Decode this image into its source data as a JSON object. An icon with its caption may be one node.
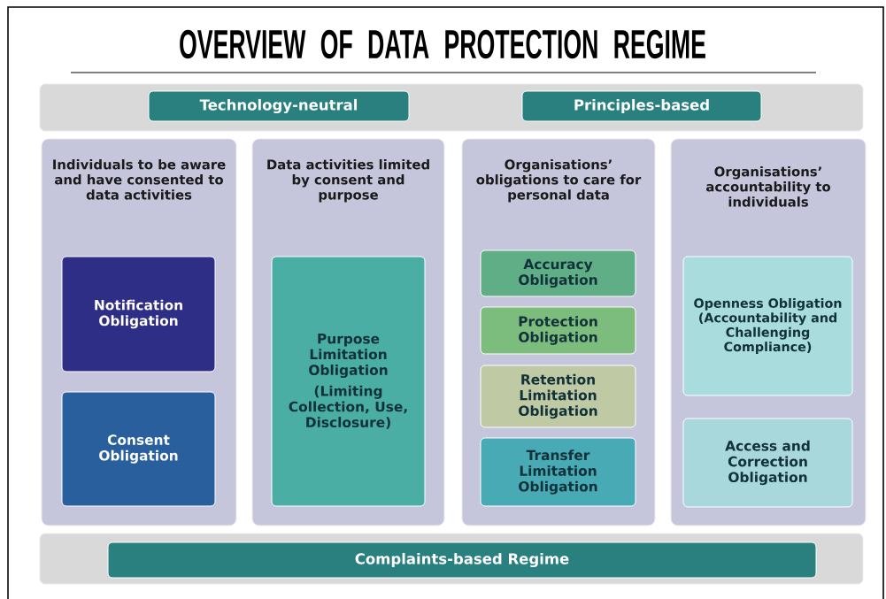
{
  "diagram": {
    "title": "OVERVIEW OF DATA PROTECTION REGIME",
    "nodes": [
      {
        "text": [],
        "shape": "box"
      },
      {
        "text": [
          "Technology-neutral"
        ],
        "in": 0
      },
      {
        "text": [
          "Principles-based"
        ],
        "in": 0
      },
      {
        "text": [
          "Individuals to be aware and have consented to data activities"
        ]
      },
      {
        "text": [
          "Notification Obligation"
        ],
        "in": 3
      },
      {
        "text": [
          "Consent Obligation"
        ],
        "in": 3
      },
      {
        "text": [
          "Data activities limited by consent and purpose"
        ]
      },
      {
        "text": [
          "Purpose Limitation Obligation",
          "(Limiting Collection, Use, Disclosure)"
        ],
        "in": 6
      },
      {
        "text": [
          "Organisations’ obligations to care for personal data"
        ]
      },
      {
        "text": [
          "Accuracy Obligation"
        ],
        "in": 8
      },
      {
        "text": [
          "Protection Obligation"
        ],
        "in": 8
      },
      {
        "text": [
          "Retention Limitation Obligation"
        ],
        "in": 8
      },
      {
        "text": [
          "Transfer Limitation Obligation"
        ],
        "in": 8
      },
      {
        "text": [
          "Organisations’ accountability to individuals"
        ]
      },
      {
        "text": [
          "Openness Obligation (Accountability and Challenging Compliance)"
        ],
        "in": 13
      },
      {
        "text": [
          "Access and Correction Obligation"
        ],
        "in": 13
      },
      {
        "text": [],
        "shape": "box"
      },
      {
        "text": [
          "Complaints-based Regime"
        ],
        "in": 16
      }
    ]
  }
}
